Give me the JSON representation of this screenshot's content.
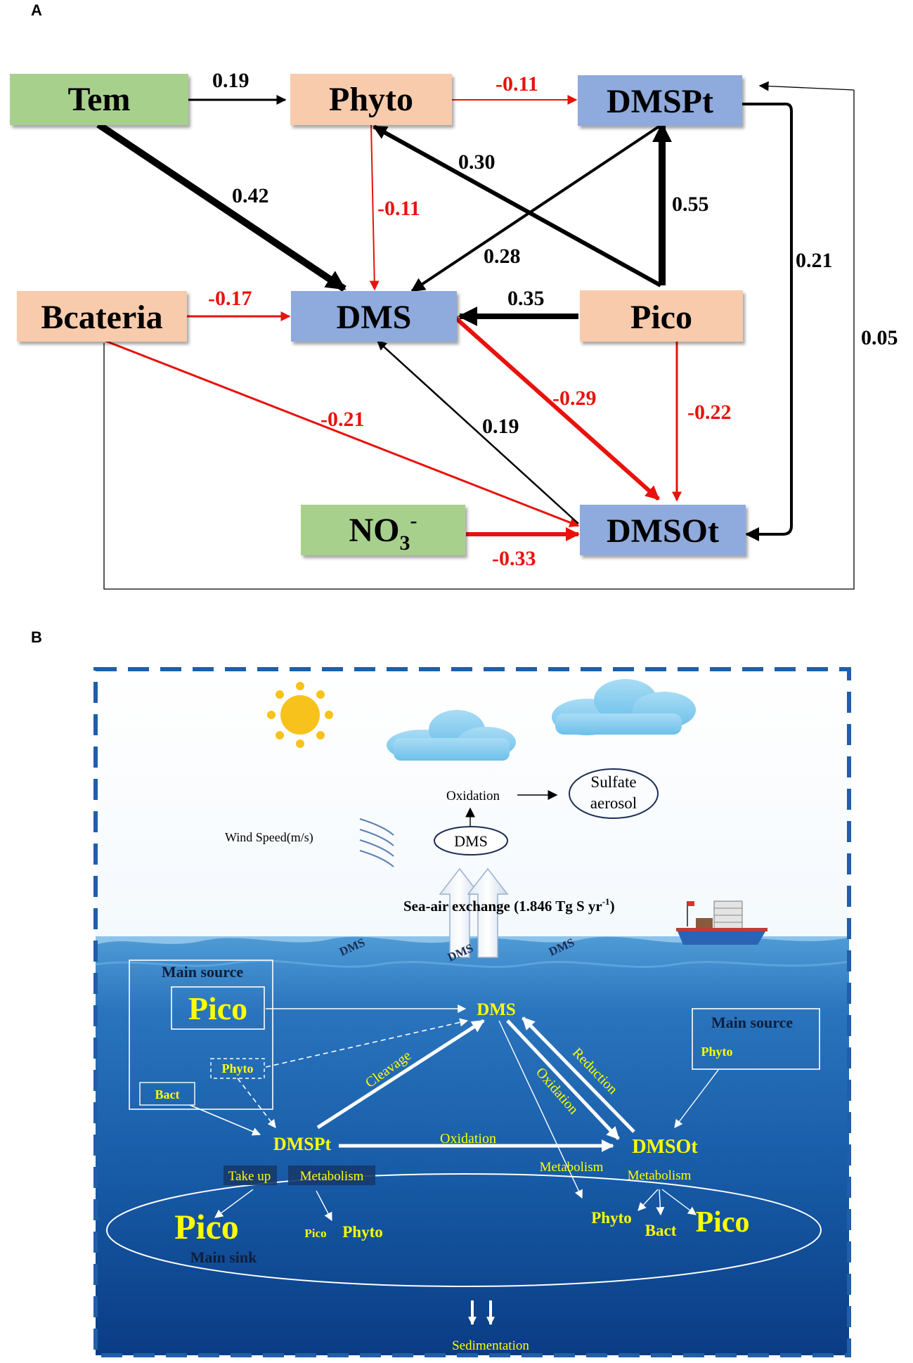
{
  "panel_a": {
    "label": "A",
    "nodes": {
      "tem": "Tem",
      "phyto": "Phyto",
      "dmspt": "DMSPt",
      "bcateria": "Bcateria",
      "dms": "DMS",
      "pico": "Pico",
      "no3": "NO",
      "no3_sub": "3",
      "no3_sup": "-",
      "dmsot": "DMSOt"
    },
    "coefficients": {
      "tem_phyto": "0.19",
      "phyto_dmspt": "-0.11",
      "tem_dms": "0.42",
      "phyto_dms": "-0.11",
      "pico_phyto": "0.30",
      "pico_dmspt": "0.55",
      "dmspt_dms": "0.28",
      "dmspt_dmsot": "0.21",
      "loop_dmsot_dmspt": "0.05",
      "bact_dms": "-0.17",
      "pico_dms": "0.35",
      "dms_dmsot": "-0.29",
      "pico_dmsot": "-0.22",
      "bact_dmsot": "-0.21",
      "dmsot_dms": "0.19",
      "no3_dmsot": "-0.33"
    },
    "colors": {
      "positive": "#000000",
      "negative": "#e8120c",
      "env_box": "#a8d08d",
      "bio_box": "#f8cbad",
      "sulfur_box": "#8faadc"
    }
  },
  "panel_b": {
    "label": "B",
    "atmosphere": {
      "oxidation": "Oxidation",
      "sulfate_line1": "Sulfate",
      "sulfate_line2": "aerosol",
      "wind_speed": "Wind Speed(m/s)",
      "dms_air": "DMS",
      "exchange_main": "Sea-air exchange (1.846 Tg S yr",
      "exchange_sup": "-1",
      "exchange_end": ")"
    },
    "surface": {
      "dms_wave_1": "DMS",
      "dms_wave_2": "DMS",
      "dms_wave_3": "DMS"
    },
    "water": {
      "main_source_left": "Main source",
      "pico_source": "Pico",
      "phyto_source": "Phyto",
      "bact_source": "Bact",
      "main_source_right": "Main source",
      "phyto_right": "Phyto",
      "dms": "DMS",
      "dmspt": "DMSPt",
      "dmsot": "DMSOt",
      "cleavage": "Cleavage",
      "oxidation_diag": "Oxidation",
      "reduction": "Reduction",
      "oxidation_horiz": "Oxidation",
      "take_up": "Take up",
      "metabolism_left": "Metabolism",
      "metabolism_mid": "Metabolism",
      "metabolism_right": "Metabolism",
      "pico_sink_big": "Pico",
      "pico_small": "Pico",
      "phyto_sink": "Phyto",
      "main_sink": "Main sink",
      "phyto_sink_right": "Phyto",
      "bact_sink": "Bact",
      "pico_sink_right": "Pico",
      "sedimentation": "Sedimentation"
    },
    "colors": {
      "border": "#1f5fa8",
      "text_yellow": "#ffff00",
      "sea_top": "#3a86c4",
      "sea_bottom": "#0b3f88",
      "sun": "#f7c21b"
    }
  }
}
